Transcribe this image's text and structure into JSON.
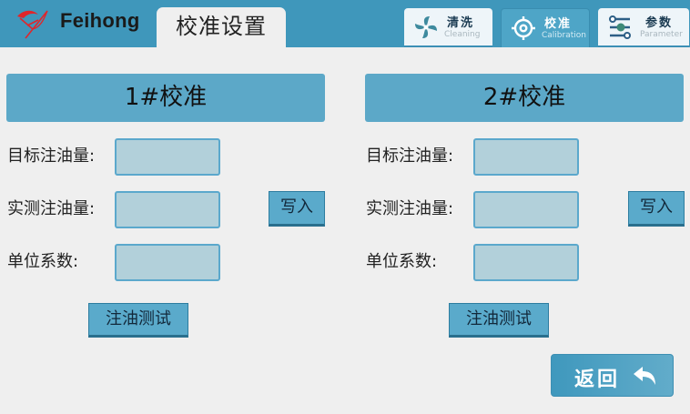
{
  "header": {
    "brand": "Feihong",
    "page_title": "校准设置",
    "nav": [
      {
        "label": "清洗",
        "sublabel": "Cleaning",
        "icon": "fan-icon",
        "active": false
      },
      {
        "label": "校准",
        "sublabel": "Calibration",
        "icon": "crosshair-icon",
        "active": true
      },
      {
        "label": "参数",
        "sublabel": "Parameter",
        "icon": "sliders-icon",
        "active": false
      }
    ]
  },
  "sections": [
    {
      "title": "1#校准",
      "target_label": "目标注油量:",
      "target_value": "",
      "actual_label": "实测注油量:",
      "actual_value": "",
      "coef_label": "单位系数:",
      "coef_value": "",
      "write_label": "写入",
      "test_label": "注油测试"
    },
    {
      "title": "2#校准",
      "target_label": "目标注油量:",
      "target_value": "",
      "actual_label": "实测注油量:",
      "actual_value": "",
      "coef_label": "单位系数:",
      "coef_value": "",
      "write_label": "写入",
      "test_label": "注油测试"
    }
  ],
  "footer": {
    "back_label": "返回",
    "back_icon": "reply-arrow-icon"
  },
  "colors": {
    "header_bg": "#3f97bb",
    "section_header": "#5ca8c8",
    "field_bg": "#b2d0da",
    "button": "#5aaacb",
    "page_bg": "#efefef"
  }
}
